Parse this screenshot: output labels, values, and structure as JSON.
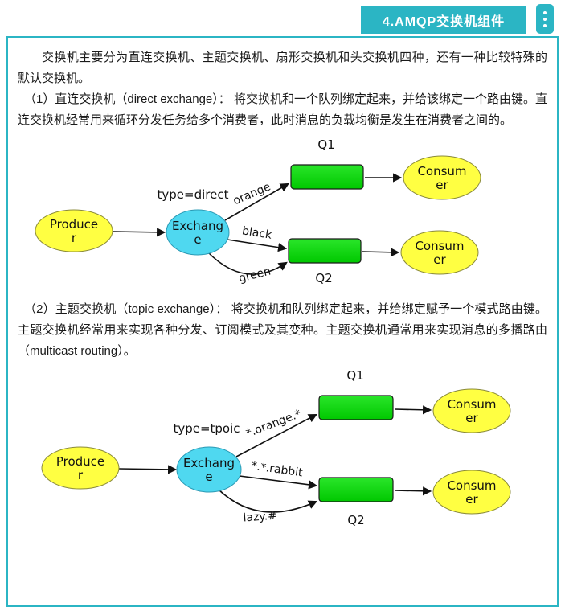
{
  "header": {
    "title": "4.AMQP交换机组件"
  },
  "colors": {
    "accent": "#2bb5c4",
    "node_yellow": "#ffff42",
    "node_cyan": "#4fd8f0",
    "queue_green": "#00d800"
  },
  "content": {
    "intro": "交换机主要分为直连交换机、主题交换机、扇形交换机和头交换机四种，还有一种比较特殊的默认交换机。",
    "direct_paragraph": "（1）直连交换机（direct exchange）： 将交换机和一个队列绑定起来，并给该绑定一个路由键。直连交换机经常用来循环分发任务给多个消费者，此时消息的负载均衡是发生在消费者之间的。",
    "topic_paragraph": "（2）主题交换机（topic exchange）： 将交换机和队列绑定起来，并给绑定赋予一个模式路由键。主题交换机经常用来实现各种分发、订阅模式及其变种。主题交换机通常用来实现消息的多播路由（multicast routing）。"
  },
  "diagram1": {
    "q1": "Q1",
    "q2": "Q2",
    "type_label": "type=direct",
    "route_top": "orange",
    "route_mid": "black",
    "route_bottom": "green",
    "producer_line1": "Produce",
    "producer_line2": "r",
    "exchange_line1": "Exchang",
    "exchange_line2": "e",
    "consumer_top_line1": "Consum",
    "consumer_top_line2": "er",
    "consumer_bottom_line1": "Consum",
    "consumer_bottom_line2": "er"
  },
  "diagram2": {
    "q1": "Q1",
    "q2": "Q2",
    "type_label": "type=tpoic",
    "route_top": "*.orange.*",
    "route_mid": "*.*.rabbit",
    "route_bottom": "lazy.#",
    "producer_line1": "Produce",
    "producer_line2": "r",
    "exchange_line1": "Exchang",
    "exchange_line2": "e",
    "consumer_top_line1": "Consum",
    "consumer_top_line2": "er",
    "consumer_bottom_line1": "Consum",
    "consumer_bottom_line2": "er"
  }
}
